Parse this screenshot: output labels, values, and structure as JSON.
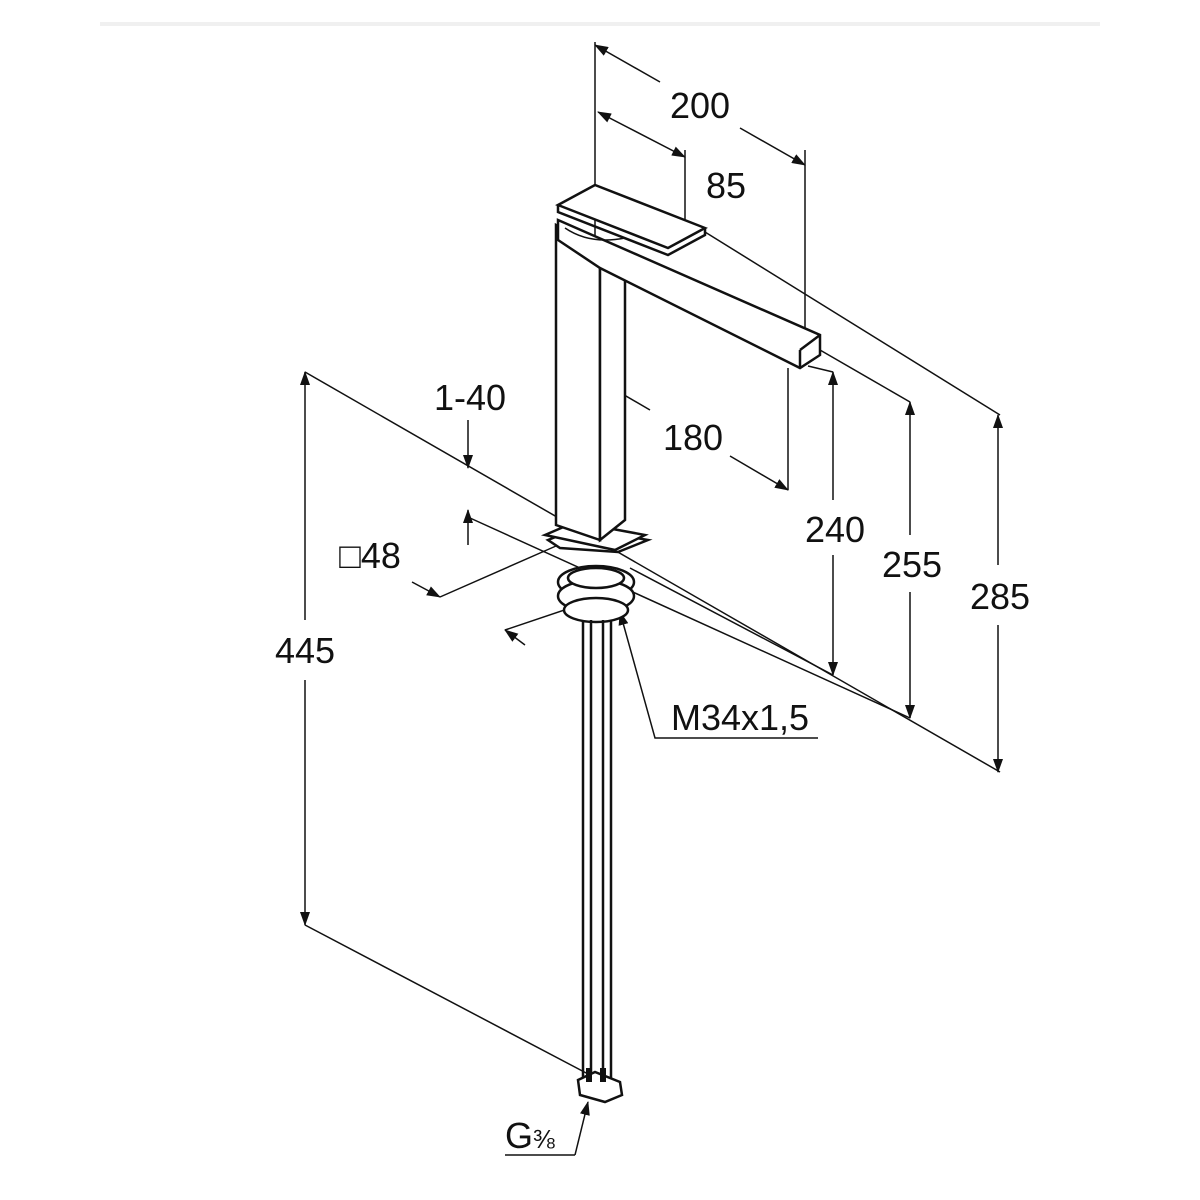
{
  "drawing": {
    "dimensions": {
      "overall_length": "200",
      "handle_length": "85",
      "spout_reach": "180",
      "spout_height": "240",
      "spout_top_height": "255",
      "overall_height": "285",
      "counter_thickness": "1-40",
      "base_square": "□48",
      "total_length_below": "445",
      "thread": "M34x1,5",
      "connection_main": "G",
      "connection_fraction": "⅜"
    }
  }
}
